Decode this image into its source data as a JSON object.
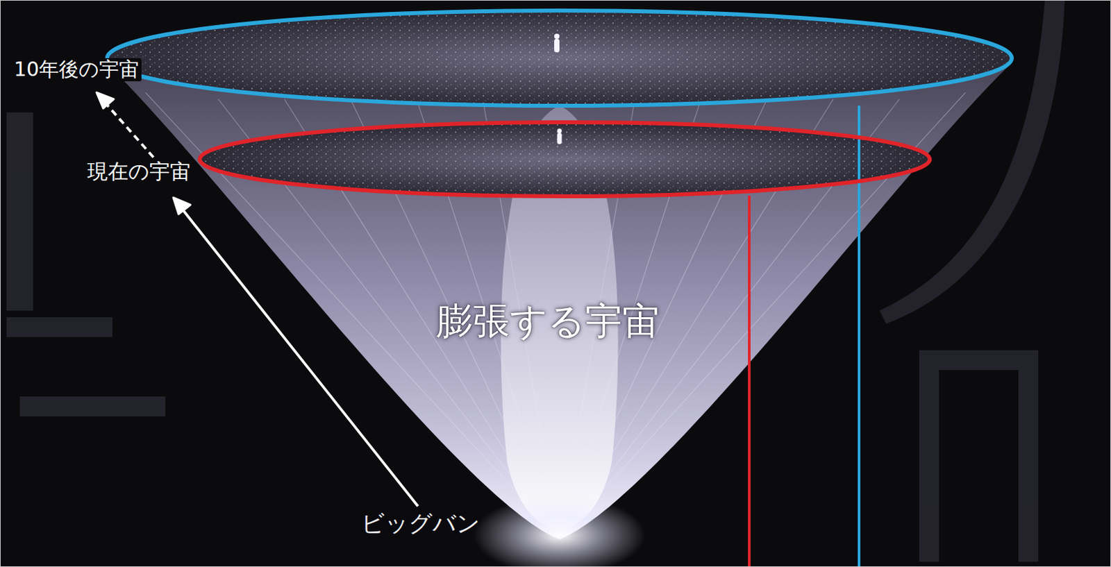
{
  "diagram": {
    "labels": [
      "10年後の宇宙",
      "現在の宇宙",
      "膨張する宇宙",
      "ビッグバン"
    ]
  }
}
